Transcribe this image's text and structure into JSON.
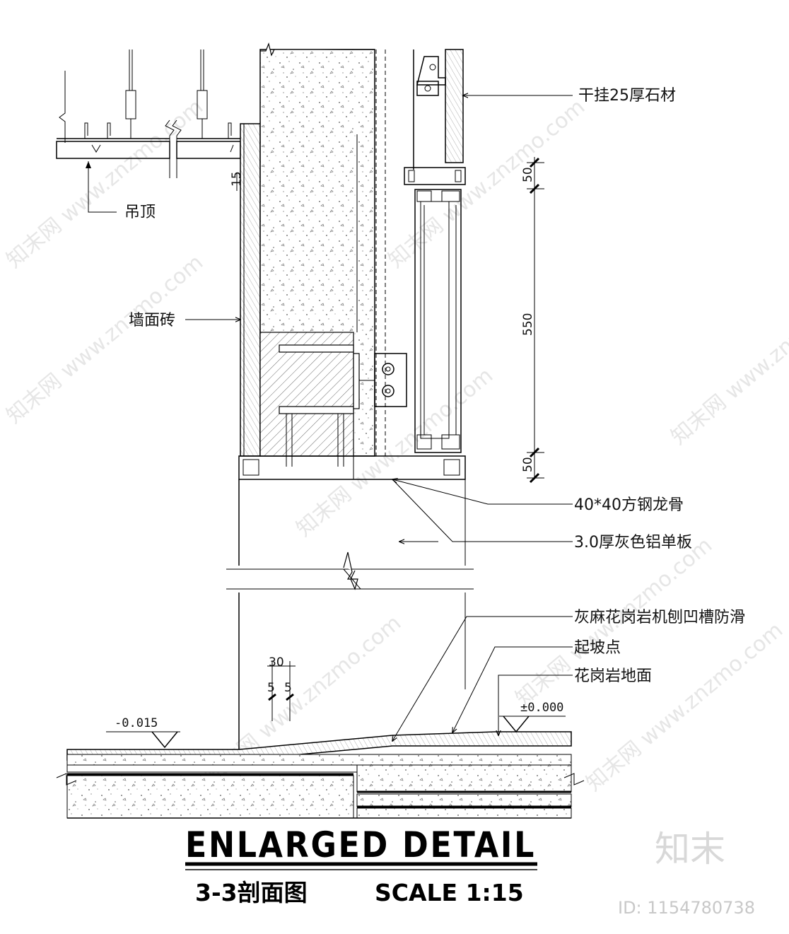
{
  "labels": {
    "stone": "干挂25厚石材",
    "ceiling": "吊顶",
    "tile": "墙面砖",
    "steel": "40*40方钢龙骨",
    "alu": "3.0厚灰色铝单板",
    "granite_groove": "灰麻花岗岩机刨凹槽防滑",
    "slope_start": "起坡点",
    "granite_floor": "花岗岩地面"
  },
  "dimensions": {
    "d50_top": "50",
    "d550": "550",
    "d50_bottom": "50",
    "d15": "15",
    "d30": "30",
    "d5a": "5",
    "d5b": "5"
  },
  "elevations": {
    "left": "-0.015",
    "right": "±0.000"
  },
  "title": {
    "main": "ENLARGED DETAIL",
    "sub": "3-3剖面图",
    "scale": "SCALE 1:15"
  },
  "watermark": {
    "text": "知末网 www.znzmo.com",
    "brand": "知末",
    "id": "ID: 1154780738"
  }
}
